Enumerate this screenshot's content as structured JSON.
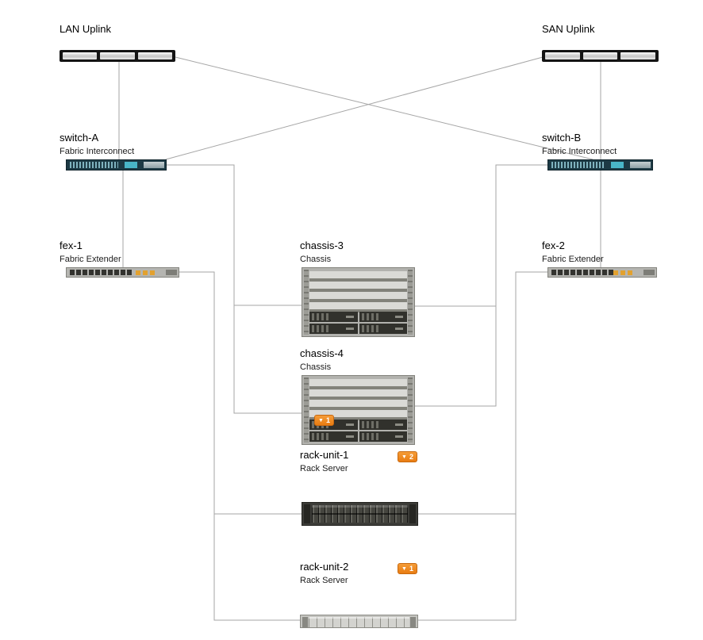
{
  "colors": {
    "wire": "#a6a6a6",
    "badge_orange": "#ee8414",
    "background": "#ffffff"
  },
  "badge_icon": "▼",
  "nodes": {
    "lan_uplink": {
      "title": "LAN Uplink"
    },
    "san_uplink": {
      "title": "SAN Uplink"
    },
    "switch_a": {
      "title": "switch-A",
      "subtitle": "Fabric Interconnect"
    },
    "switch_b": {
      "title": "switch-B",
      "subtitle": "Fabric Interconnect"
    },
    "fex_1": {
      "title": "fex-1",
      "subtitle": "Fabric Extender"
    },
    "fex_2": {
      "title": "fex-2",
      "subtitle": "Fabric Extender"
    },
    "chassis_3": {
      "title": "chassis-3",
      "subtitle": "Chassis"
    },
    "chassis_4": {
      "title": "chassis-4",
      "subtitle": "Chassis",
      "fault_count": "1"
    },
    "rack_unit_1": {
      "title": "rack-unit-1",
      "subtitle": "Rack Server",
      "fault_count": "2"
    },
    "rack_unit_2": {
      "title": "rack-unit-2",
      "subtitle": "Rack Server",
      "fault_count": "1"
    }
  },
  "edges": [
    {
      "from": "LAN Uplink",
      "to": "switch-A"
    },
    {
      "from": "LAN Uplink",
      "to": "switch-B"
    },
    {
      "from": "SAN Uplink",
      "to": "switch-A"
    },
    {
      "from": "SAN Uplink",
      "to": "switch-B"
    },
    {
      "from": "switch-A",
      "to": "fex-1"
    },
    {
      "from": "switch-B",
      "to": "fex-2"
    },
    {
      "from": "switch-A",
      "to": "chassis-3"
    },
    {
      "from": "switch-A",
      "to": "chassis-4"
    },
    {
      "from": "switch-B",
      "to": "chassis-3"
    },
    {
      "from": "switch-B",
      "to": "chassis-4"
    },
    {
      "from": "fex-1",
      "to": "rack-unit-1"
    },
    {
      "from": "fex-1",
      "to": "rack-unit-2"
    },
    {
      "from": "fex-2",
      "to": "rack-unit-1"
    },
    {
      "from": "fex-2",
      "to": "rack-unit-2"
    }
  ]
}
